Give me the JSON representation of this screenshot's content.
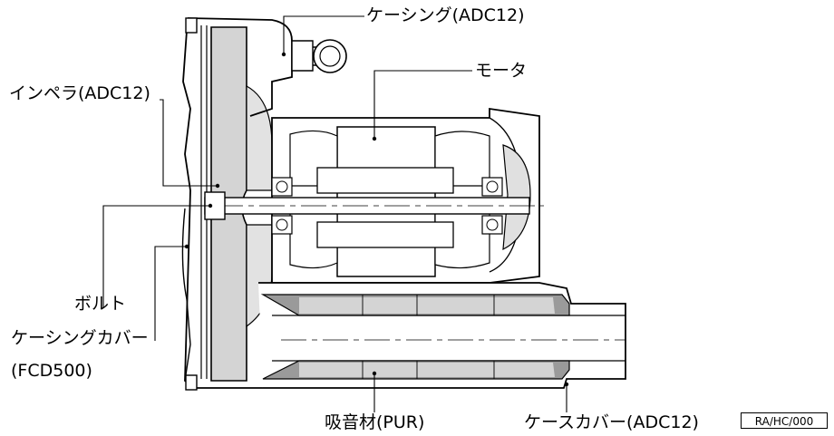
{
  "labels": {
    "casing": "ケーシング(ADC12)",
    "motor": "モータ",
    "impeller": "インペラ(ADC12)",
    "bolt": "ボルト",
    "casing_cover_line1": "ケーシングカバー",
    "casing_cover_line2": "(FCD500)",
    "sound_absorber": "吸音材(PUR)",
    "case_cover": "ケースカバー(ADC12)"
  },
  "figure_code": "RA/HC/000",
  "colors": {
    "line": "#000000",
    "shade": "#d4d4d4",
    "dark_shade": "#9a9a9a",
    "background": "#ffffff"
  }
}
